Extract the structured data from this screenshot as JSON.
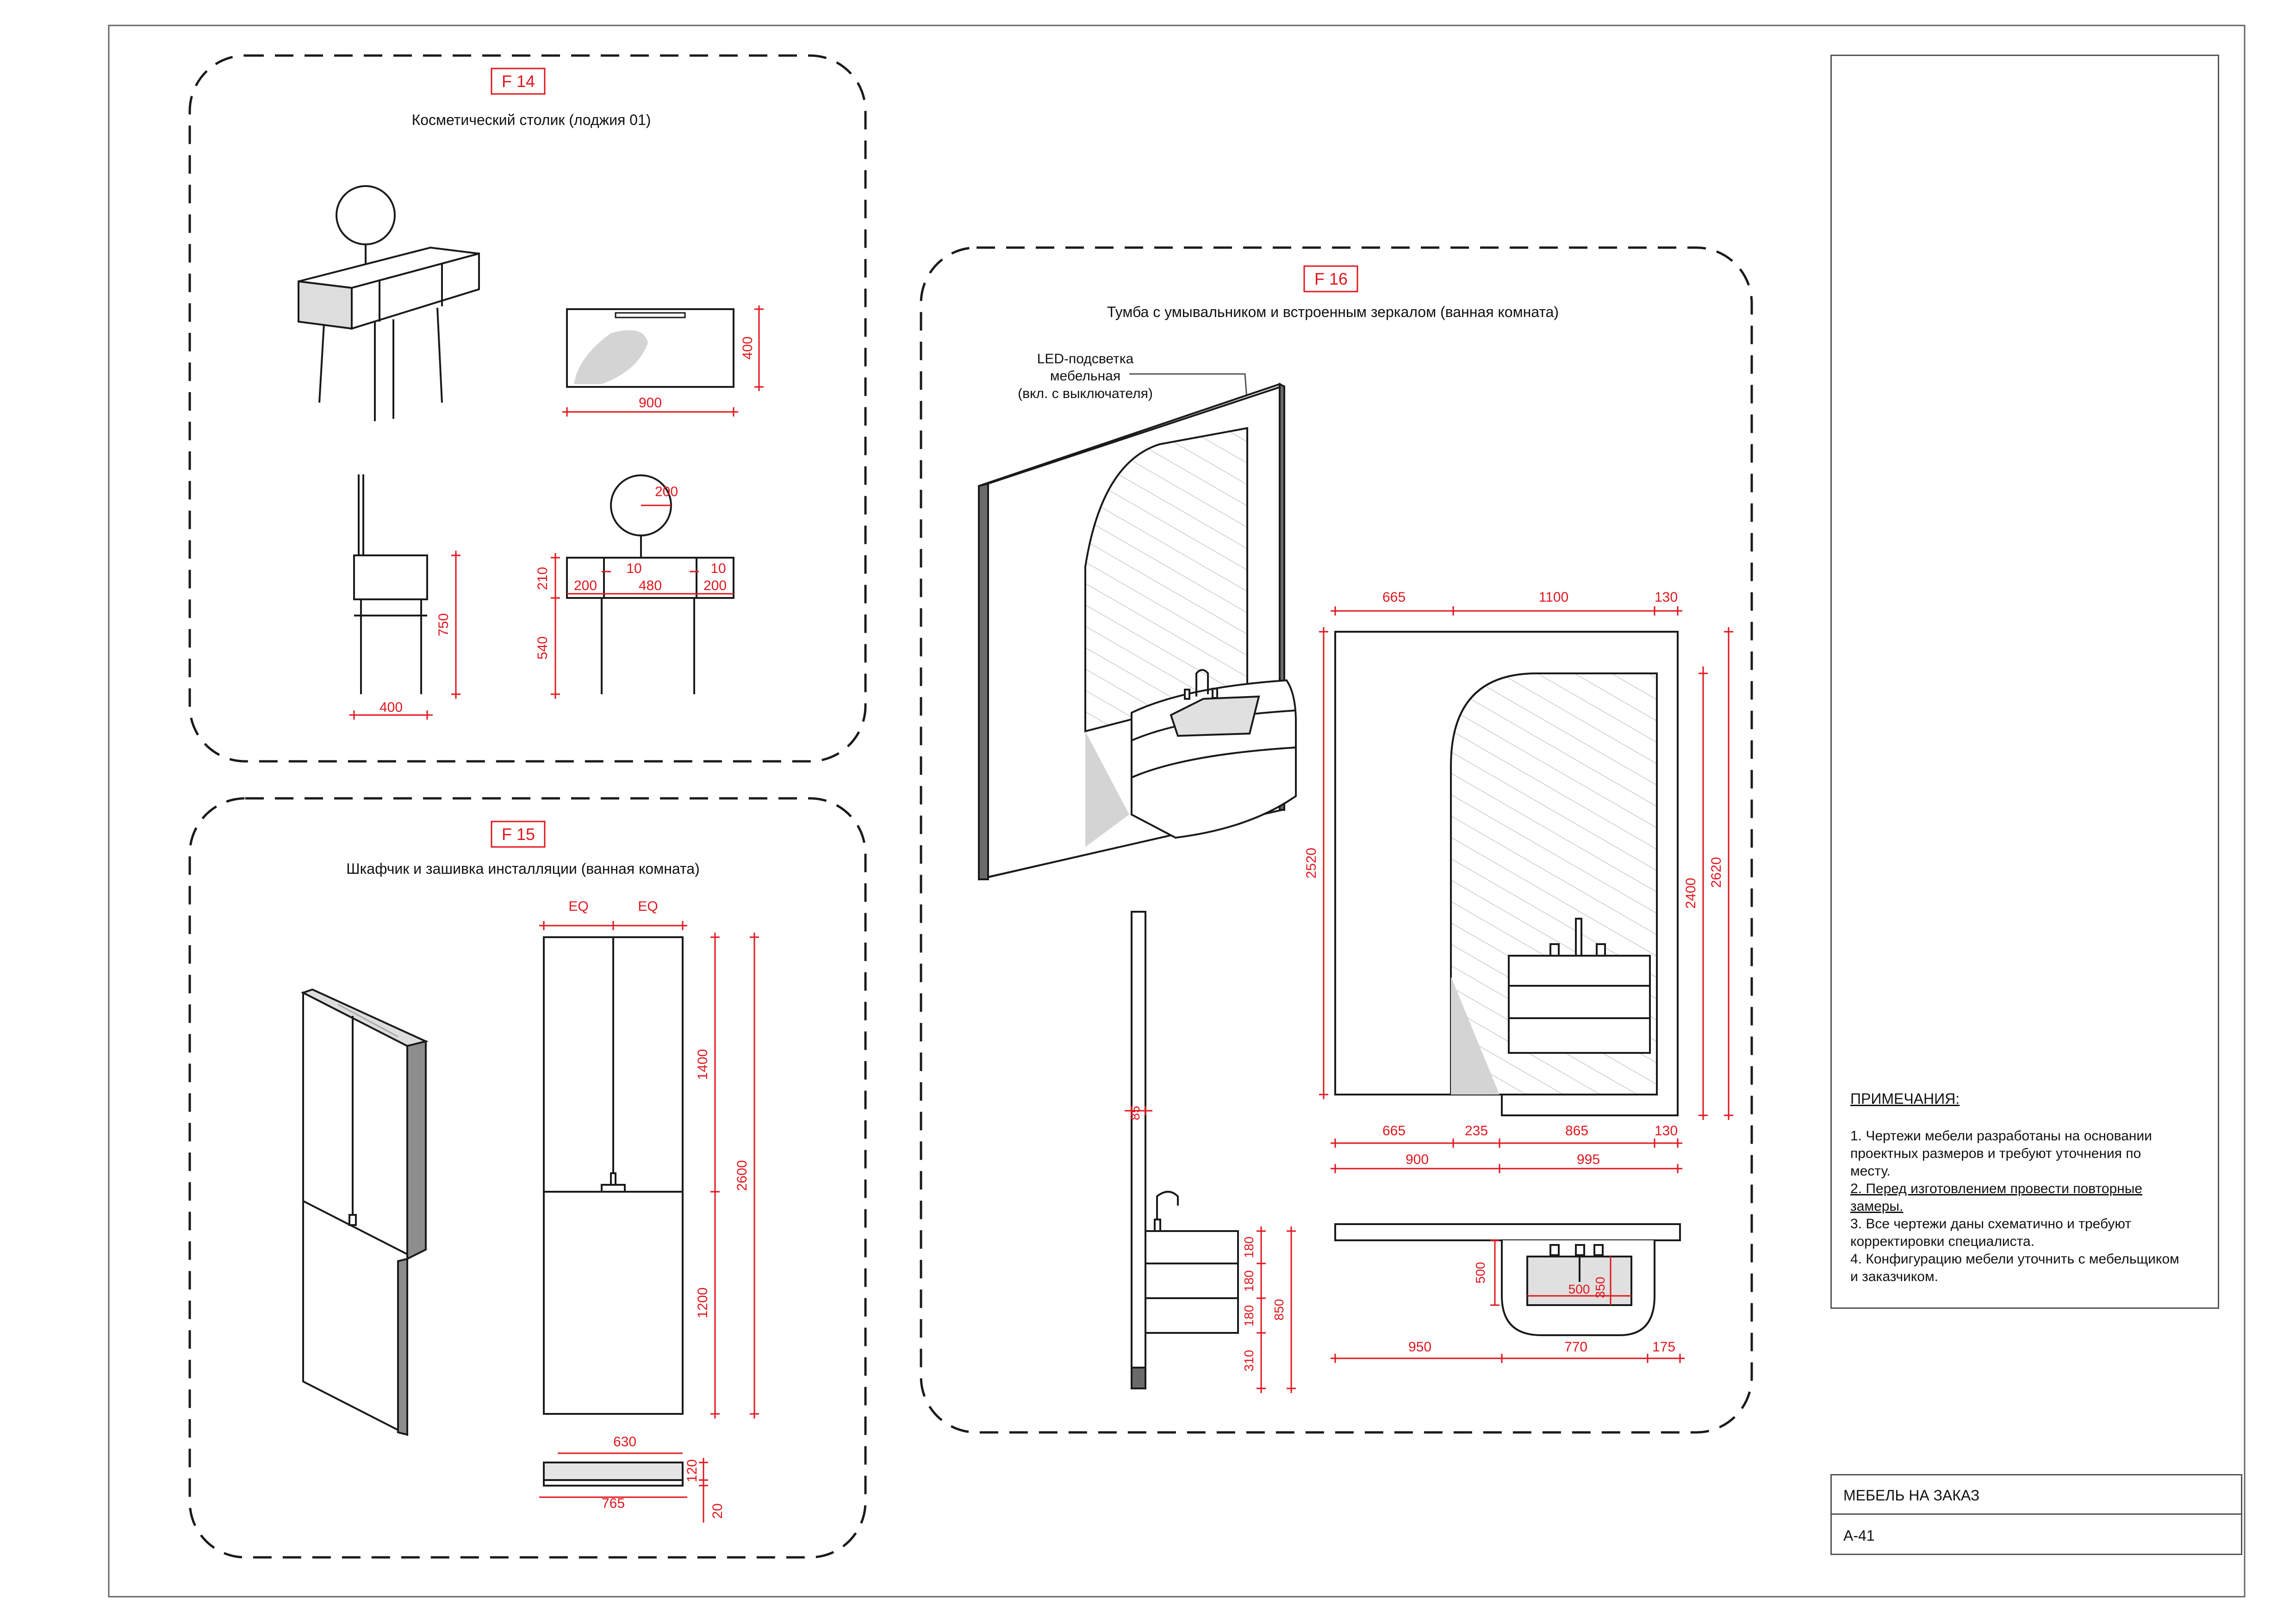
{
  "colors": {
    "annotation_red": "#e0161d",
    "line_dark": "#1a1a1a",
    "line_grey": "#666666",
    "shadow": "#d4d4d4"
  },
  "f14": {
    "tag": "F 14",
    "title": "Косметический столик (лоджия 01)",
    "dims": {
      "top_width": "900",
      "top_depth": "400",
      "side_depth": "400",
      "side_height": "750",
      "mirror": "200",
      "gap_left": "10",
      "gap_right": "10",
      "drawer_left": "200",
      "drawer_mid": "480",
      "drawer_right": "200",
      "drawer_height": "210",
      "leg_height": "540"
    }
  },
  "f15": {
    "tag": "F 15",
    "title": "Шкафчик и зашивка инсталляции (ванная комната)",
    "dims": {
      "eq_left": "EQ",
      "eq_right": "EQ",
      "upper": "1400",
      "lower": "1200",
      "total": "2600",
      "plan_inner": "630",
      "plan_outer": "765",
      "plan_depth": "120",
      "plan_panel": "20"
    }
  },
  "f16": {
    "tag": "F 16",
    "title": "Тумба с умывальником и встроенным зеркалом (ванная комната)",
    "led_note": [
      "LED-подсветка",
      "мебельная",
      "(вкл. с выключателя)"
    ],
    "dims": {
      "top_665": "665",
      "top_1100": "1100",
      "top_130": "130",
      "h_2520": "2520",
      "h_2400": "2400",
      "h_2620": "2620",
      "bot_665": "665",
      "bot_235": "235",
      "bot_865": "865",
      "bot_130": "130",
      "bot_900": "900",
      "bot_995": "995",
      "side_85": "85",
      "side_180a": "180",
      "side_180b": "180",
      "side_180c": "180",
      "side_850": "850",
      "side_310": "310",
      "plan_500": "500",
      "plan_500b": "500",
      "plan_350": "350",
      "plan_950": "950",
      "plan_770": "770",
      "plan_175": "175"
    }
  },
  "notes": {
    "title": "ПРИМЕЧАНИЯ:",
    "lines": [
      "1. Чертежи мебели разработаны на основании",
      "проектных размеров и требуют уточнения по",
      "месту.",
      "2. Перед изготовлением провести повторные",
      "замеры.",
      "3. Все чертежи даны схематично и требуют",
      "корректировки специалиста.",
      "4. Конфигурацию мебели уточнить с мебельщиком",
      "и заказчиком."
    ]
  },
  "title_block": {
    "name": "МЕБЕЛЬ НА ЗАКАЗ",
    "sheet": "А-41"
  }
}
